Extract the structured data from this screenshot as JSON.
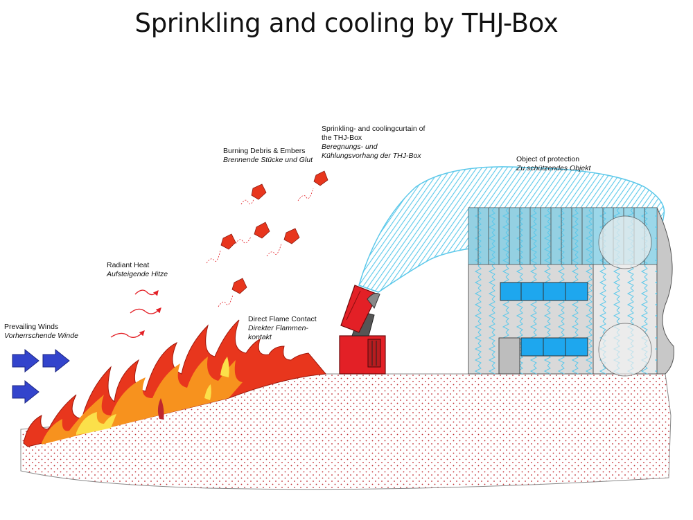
{
  "title": "Sprinkling and cooling by THJ-Box",
  "labels": {
    "winds": {
      "en": "Prevailing Winds",
      "de": "Vorherrschende Winde"
    },
    "heat": {
      "en": "Radiant Heat",
      "de": "Aufsteigende Hitze"
    },
    "debris": {
      "en": "Burning Debris & Embers",
      "de": "Brennende Stücke und Glut"
    },
    "curtain": {
      "en1": "Sprinkling- and coolingcurtain of",
      "en2": "the THJ-Box",
      "de1": "Beregnungs- und",
      "de2": "Kühlungsvorhang der THJ-Box"
    },
    "protection": {
      "en": "Object of protection",
      "de": "Zu schützendes Objekt"
    },
    "flame": {
      "en": "Direct Flame Contact",
      "de1": "Direkter Flammen-",
      "de2": "kontakt"
    }
  },
  "colors": {
    "water": "#5bc8ea",
    "device": "#e32026",
    "flame_outer": "#e8361d",
    "flame_inner": "#f7921e",
    "flame_core": "#fbe04a",
    "window": "#1ea7ee",
    "wind_arrow": "#3344cc",
    "ground_dots": "#c0272d"
  }
}
